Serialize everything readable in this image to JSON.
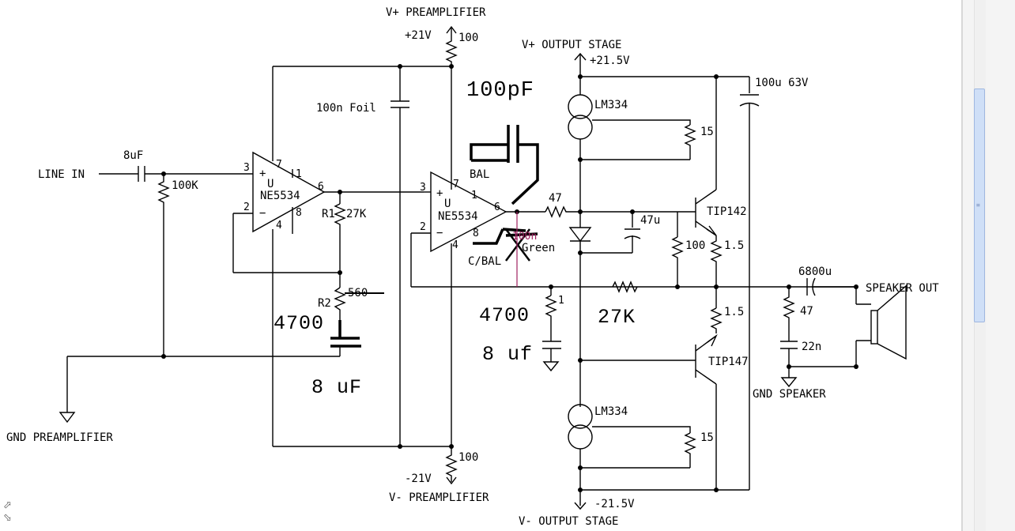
{
  "labels": {
    "v_plus_pre": "V+ PREAMPLIFIER",
    "v_plus_pre_volt": "+21V",
    "r_top_pre": "100",
    "v_minus_pre": "V- PREAMPLIFIER",
    "v_minus_pre_volt": "-21V",
    "r_bot_pre": "100",
    "v_plus_out": "V+ OUTPUT STAGE",
    "v_plus_out_volt": "+21.5V",
    "v_minus_out": "V- OUTPUT STAGE",
    "v_minus_out_volt": "-21.5V",
    "cap_top_out": "100u 63V",
    "cap_foil": "100n Foil",
    "line_in": "LINE IN",
    "cap_in": "8uF",
    "r_in": "100K",
    "opamp1": "NE5534",
    "opamp2": "NE5534",
    "opamp_u": "U",
    "r1_name": "R1",
    "r1_val": "27K",
    "r2_name": "R2",
    "r2_old_val": "560",
    "gnd_pre": "GND PREAMPLIFIER",
    "lm334_top": "LM334",
    "lm334_bot": "LM334",
    "r_lm_top": "15",
    "r_lm_bot": "15",
    "tip142": "TIP142",
    "tip147": "TIP147",
    "r_47_series": "47",
    "cap_47u": "47u",
    "r_100_bias": "100",
    "r_emit_top": "1.5",
    "r_emit_bot": "1.5",
    "cap_out": "6800u",
    "speaker_out": "SPEAKER OUT",
    "r_zobel": "47",
    "cap_zobel": "22n",
    "gnd_speaker": "GND SPEAKER",
    "bal": "BAL",
    "c_bal": "C/BAL",
    "led_old": "100n",
    "led_green": "Green",
    "r_fb_small": "1"
  },
  "pins": {
    "u1_in_plus": "3",
    "u1_in_minus": "2",
    "u1_out": "6",
    "u1_p7": "7",
    "u1_p1": "1",
    "u1_p8": "8",
    "u1_p4": "4",
    "u2_in_plus": "3",
    "u2_in_minus": "2",
    "u2_out": "6",
    "u2_p7": "7",
    "u2_p1": "1",
    "u2_p8": "8",
    "u2_p4": "4"
  },
  "handwritten": {
    "cap_100pf": "100pF",
    "r2_new": "4700",
    "cap_8uf_left": "8 uF",
    "r_fb2_new": "4700",
    "cap_8uf_right": "8 uf",
    "r_27k_new": "27K"
  }
}
